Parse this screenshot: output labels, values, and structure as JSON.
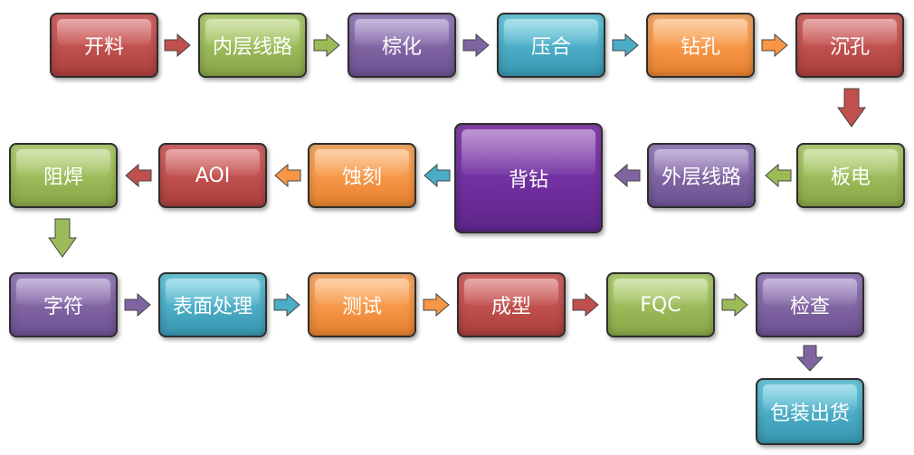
{
  "steps": {
    "s1": "开料",
    "s2": "内层线路",
    "s3": "棕化",
    "s4": "压合",
    "s5": "钻孔",
    "s6": "沉孔",
    "s7": "板电",
    "s8": "外层线路",
    "s9": "背钻",
    "s10": "蚀刻",
    "s11": "AOI",
    "s12": "阻焊",
    "s13": "字符",
    "s14": "表面处理",
    "s15": "测试",
    "s16": "成型",
    "s17": "FQC",
    "s18": "检查",
    "s19": "包装出货"
  },
  "colors": {
    "red": "#c0504d",
    "green": "#9bbb59",
    "purple": "#8064a2",
    "cyan": "#4bacc6",
    "orange": "#f79646",
    "deep_purple": "#7030a0"
  }
}
